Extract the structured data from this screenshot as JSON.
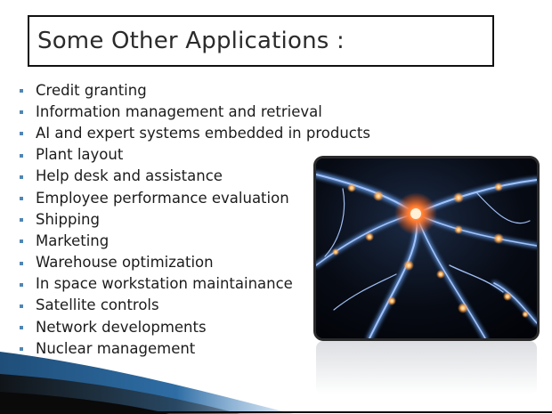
{
  "slide": {
    "title": "Some Other Applications :",
    "bullets": [
      "Credit granting",
      "Information management and retrieval",
      "AI and expert systems embedded in products",
      "Plant layout",
      "Help desk and assistance",
      "Employee performance evaluation",
      "Shipping",
      "Marketing",
      "Warehouse optimization",
      "In space workstation maintainance",
      "Satellite controls",
      "Network developments",
      "Nuclear management"
    ],
    "bullet_color": "#4f86b5",
    "image_icon": "neuron-network-image",
    "accent_colors": [
      "#1f4e79",
      "#2e6da4",
      "#1a1a1a"
    ]
  }
}
